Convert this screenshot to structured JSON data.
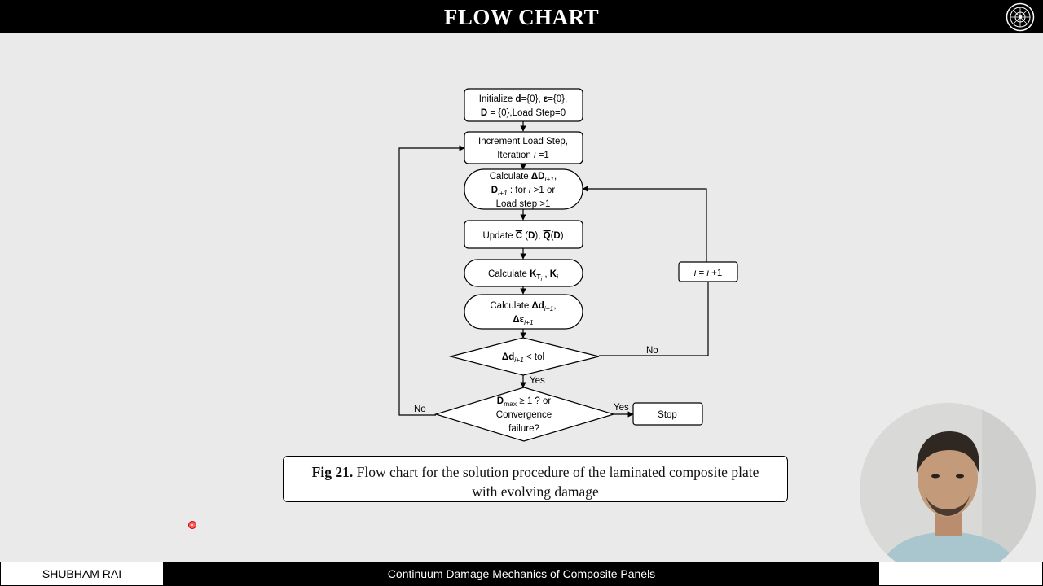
{
  "header": {
    "title": "FLOW CHART",
    "logo_icon": "institute-seal-icon"
  },
  "flowchart": {
    "init": {
      "line1_a": "Initialize ",
      "line1_d": "d",
      "line1_b": "={0}, ",
      "line1_eps": "ε",
      "line1_c": "={0},",
      "line2_D": "D",
      "line2_rest": " = {0},Load Step=0"
    },
    "increment": {
      "line1": "Increment Load Step,",
      "line2_a": "Iteration ",
      "line2_i": "i",
      "line2_b": " =1"
    },
    "calc_D": {
      "line1_a": "Calculate ",
      "line1_b": "ΔD",
      "line1_sub": "i+1",
      "line1_c": ",",
      "line2_a": "D",
      "line2_sub": "i+1",
      "line2_b": " : for ",
      "line2_i": "i",
      "line2_c": " >1 or",
      "line3": "Load step >1"
    },
    "update": {
      "a": "Update ",
      "b": "C",
      "c": " (",
      "d": "D",
      "e": "), ",
      "f": "Q",
      "g": "(",
      "h": "D",
      "i": ")"
    },
    "calc_K": {
      "a": "Calculate  ",
      "b": "K",
      "sub1": "T",
      "sub2": "i",
      "c": " , ",
      "d": "K",
      "sub3": "i"
    },
    "calc_d": {
      "line1_a": "Calculate ",
      "line1_b": "Δd",
      "line1_sub": "i+1",
      "line1_c": ",",
      "line2_b": "Δε",
      "line2_sub": "i+1"
    },
    "check_tol": {
      "a": "Δd",
      "sub": "i+1",
      "b": " < tol"
    },
    "check_damage": {
      "line1_a": "D",
      "line1_sub": "max",
      "line1_b": " ≥ 1 ? or",
      "line2": "Convergence",
      "line3": "failure?"
    },
    "stop": "Stop",
    "iterate": {
      "a": "i",
      "b": " = ",
      "c": "i",
      "d": " +1"
    },
    "labels": {
      "no_tol": "No",
      "yes_tol": "Yes",
      "no_damage": "No",
      "yes_damage": "Yes"
    }
  },
  "caption": {
    "label": "Fig 21.",
    "line1": " Flow chart for the solution procedure of the laminated composite plate",
    "line2": "with evolving damage"
  },
  "footer": {
    "presenter": "SHUBHAM RAI",
    "course": "Continuum Damage Mechanics of Composite Panels"
  },
  "overlay": {
    "webcam": "webcam-presenter",
    "pointer_icon": "laser-pointer-icon"
  }
}
